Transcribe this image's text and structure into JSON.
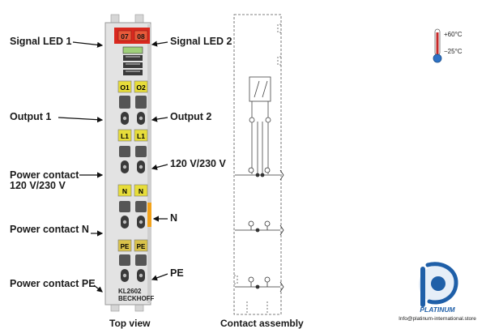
{
  "callouts_left": {
    "signal_led_1": "Signal LED 1",
    "output_1": "Output 1",
    "power_contact_120_line1": "Power contact",
    "power_contact_120_line2": "120 V/230 V",
    "power_contact_n": "Power contact N",
    "power_contact_pe": "Power contact PE"
  },
  "callouts_right": {
    "signal_led_2": "Signal LED 2",
    "output_2": "Output 2",
    "voltage": "120 V/230 V",
    "n": "N",
    "pe": "PE"
  },
  "terminal": {
    "led_labels": [
      "07",
      "08"
    ],
    "row_labels": [
      [
        "O1",
        "O2"
      ],
      [
        "L1",
        "L1"
      ],
      [
        "N",
        "N"
      ],
      [
        "PE",
        "PE"
      ]
    ],
    "model": "KL2602",
    "brand": "BECKHOFF"
  },
  "temperature": {
    "max": "+60°C",
    "min": "−25°C"
  },
  "captions": {
    "top_view": "Top view",
    "contact_assembly": "Contact assembly"
  },
  "logo": {
    "brand": "PLATINUM",
    "email": "Info@platinum-international.store"
  },
  "colors": {
    "led_red": "#d9281e",
    "label_yellow": "#e7dd3a",
    "label_tan": "#d9c24b",
    "housing": "#e3e3e3",
    "logo_blue": "#1f5fa8"
  }
}
